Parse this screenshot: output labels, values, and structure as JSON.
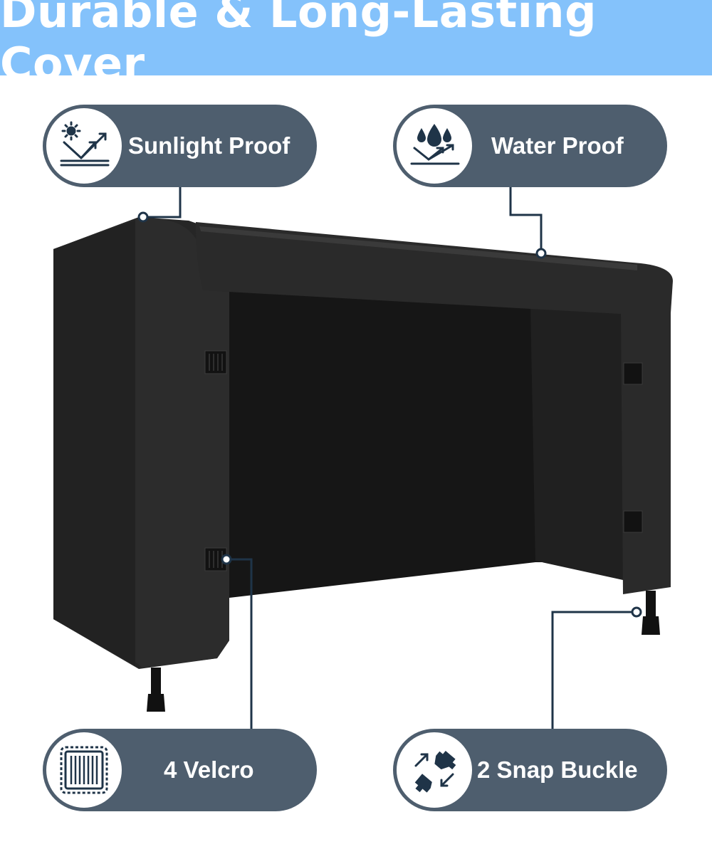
{
  "header": {
    "title": "Durable & Long-Lasting Cover"
  },
  "features": {
    "sunlight": {
      "label": "Sunlight Proof",
      "icon": "sun-reflect-icon"
    },
    "water": {
      "label": "Water Proof",
      "icon": "water-drops-icon"
    },
    "velcro": {
      "label": "4 Velcro",
      "icon": "velcro-patch-icon"
    },
    "buckle": {
      "label": "2 Snap Buckle",
      "icon": "snap-buckle-icon"
    }
  },
  "colors": {
    "banner": "#84c2fb",
    "pill": "#4e5e6e",
    "cover": "#1e1e1e",
    "icon": "#1f3448"
  }
}
